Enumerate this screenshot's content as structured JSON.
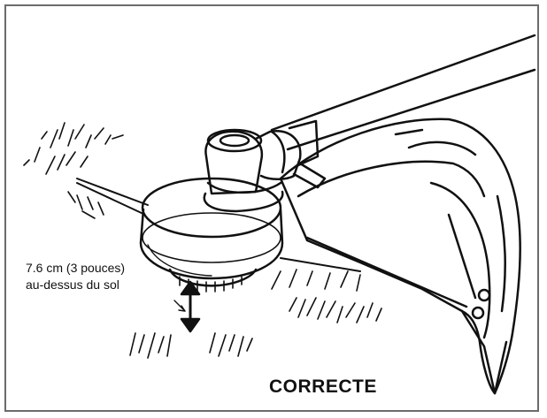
{
  "figure": {
    "height_label_line1": "7.6 cm (3 pouces)",
    "height_label_line2": "au-dessus du sol",
    "result_label": "CORRECTE"
  }
}
